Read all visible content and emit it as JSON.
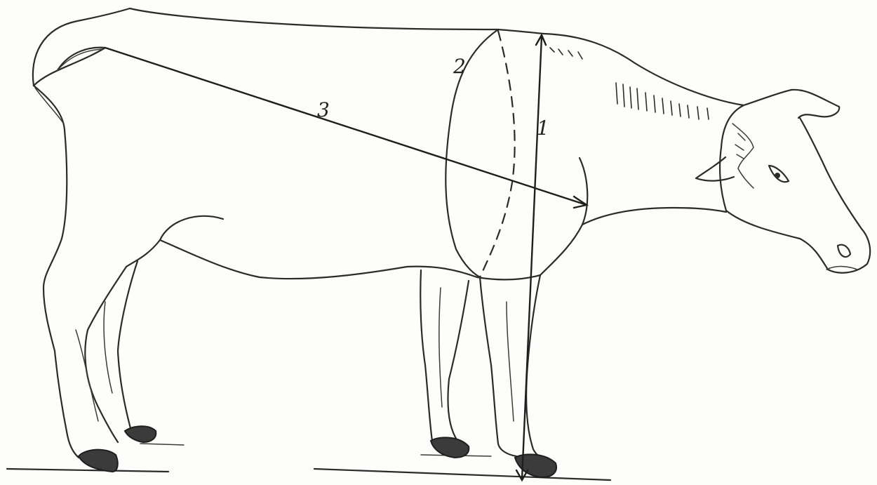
{
  "figure": {
    "measurement_labels": {
      "height_at_withers": "1",
      "chest_girth": "2",
      "oblique_body_length": "3"
    }
  }
}
